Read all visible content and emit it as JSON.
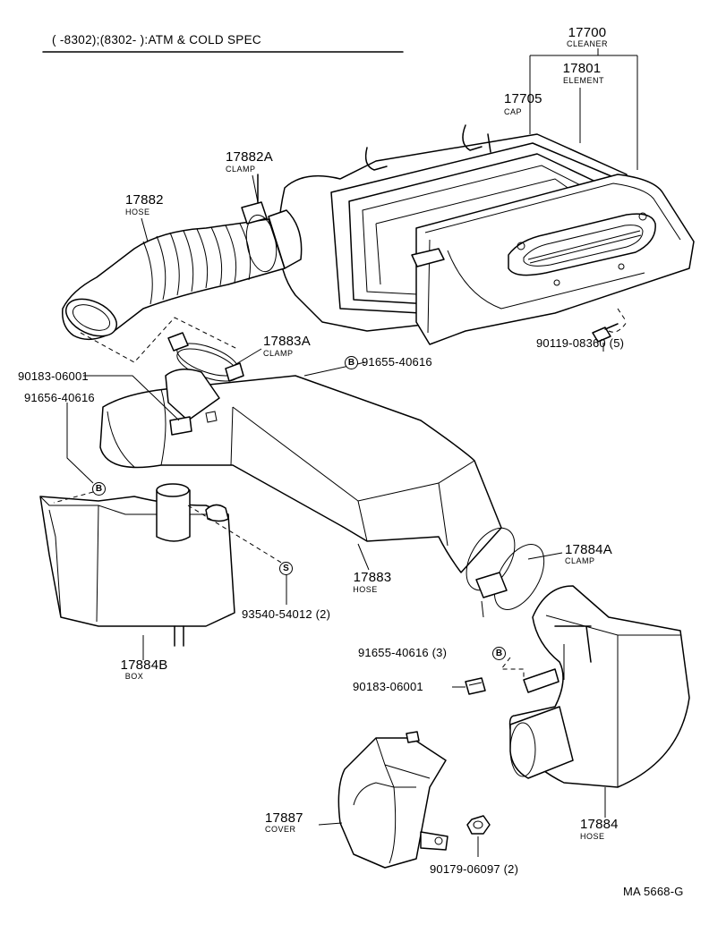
{
  "header": {
    "text": "(        -8302);(8302-         ):ATM & COLD SPEC"
  },
  "parts": {
    "cleaner": {
      "number": "17700",
      "name": "CLEANER"
    },
    "element": {
      "number": "17801",
      "name": "ELEMENT"
    },
    "cap": {
      "number": "17705",
      "name": "CAP"
    },
    "clamp_17882A": {
      "number": "17882A",
      "name": "CLAMP"
    },
    "hose_17882": {
      "number": "17882",
      "name": "HOSE"
    },
    "clamp_17883A": {
      "number": "17883A",
      "name": "CLAMP"
    },
    "hose_17883": {
      "number": "17883",
      "name": "HOSE"
    },
    "clamp_17884A": {
      "number": "17884A",
      "name": "CLAMP"
    },
    "box_17884B": {
      "number": "17884B",
      "name": "BOX"
    },
    "hose_17884": {
      "number": "17884",
      "name": "HOSE"
    },
    "cover_17887": {
      "number": "17887",
      "name": "COVER"
    }
  },
  "fasteners": {
    "bolt_90119": "90119-08360 (5)",
    "grommet_91655_top": "91655-40616",
    "clip_90183_left": "90183-06001",
    "grommet_91656": "91656-40616",
    "screw_93540": "93540-54012 (2)",
    "grommet_91655_right": "91655-40616 (3)",
    "clip_90183_right": "90183-06001",
    "nut_90179": "90179-06097 (2)"
  },
  "badges": {
    "b": "B",
    "s": "S"
  },
  "figure_code": "MA 5668-G"
}
